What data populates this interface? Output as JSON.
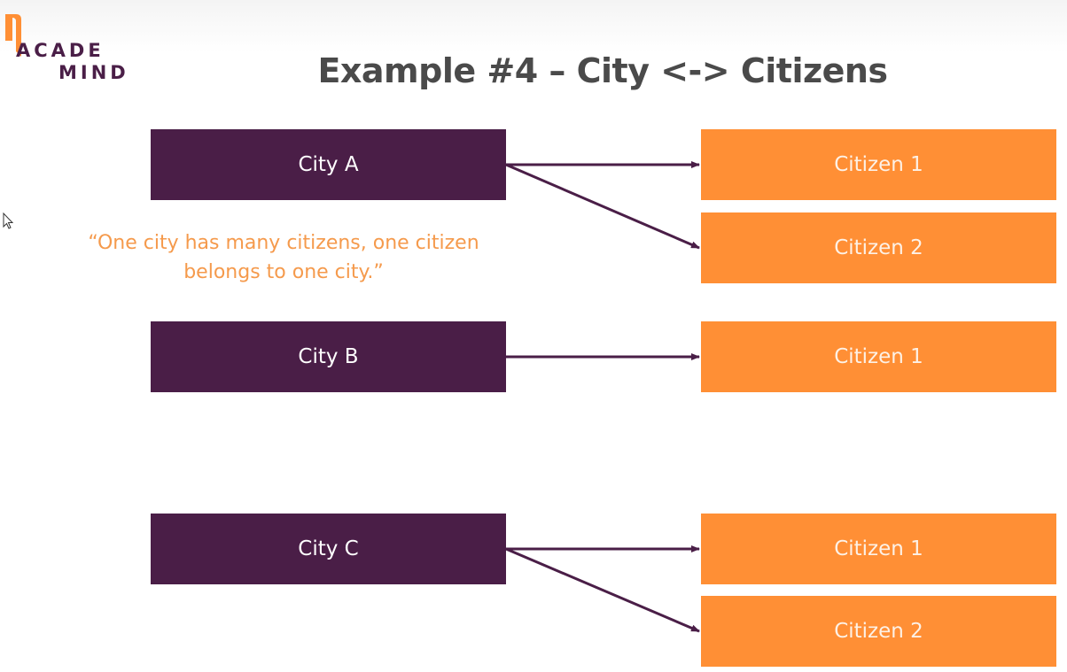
{
  "logo": {
    "line1": "ACADE",
    "line2": "MIND",
    "brand_color": "#4a1e47",
    "accent_color": "#ff8f35"
  },
  "title": "Example #4 – City <-> Citizens",
  "quote": {
    "line1": "“One city has many citizens, one citizen",
    "line2": "belongs to one city.”"
  },
  "colors": {
    "city": "#4a1e47",
    "citizen": "#ff8f35",
    "quote": "#f59a4c",
    "title": "#4a4a4a"
  },
  "cities": [
    {
      "label": "City A"
    },
    {
      "label": "City B"
    },
    {
      "label": "City C"
    }
  ],
  "citizens": [
    {
      "label": "Citizen 1",
      "city": "City A"
    },
    {
      "label": "Citizen 2",
      "city": "City A"
    },
    {
      "label": "Citizen 1",
      "city": "City B"
    },
    {
      "label": "Citizen 1",
      "city": "City C"
    },
    {
      "label": "Citizen 2",
      "city": "City C"
    }
  ],
  "icons": {
    "cursor": "mouse-pointer-icon"
  }
}
